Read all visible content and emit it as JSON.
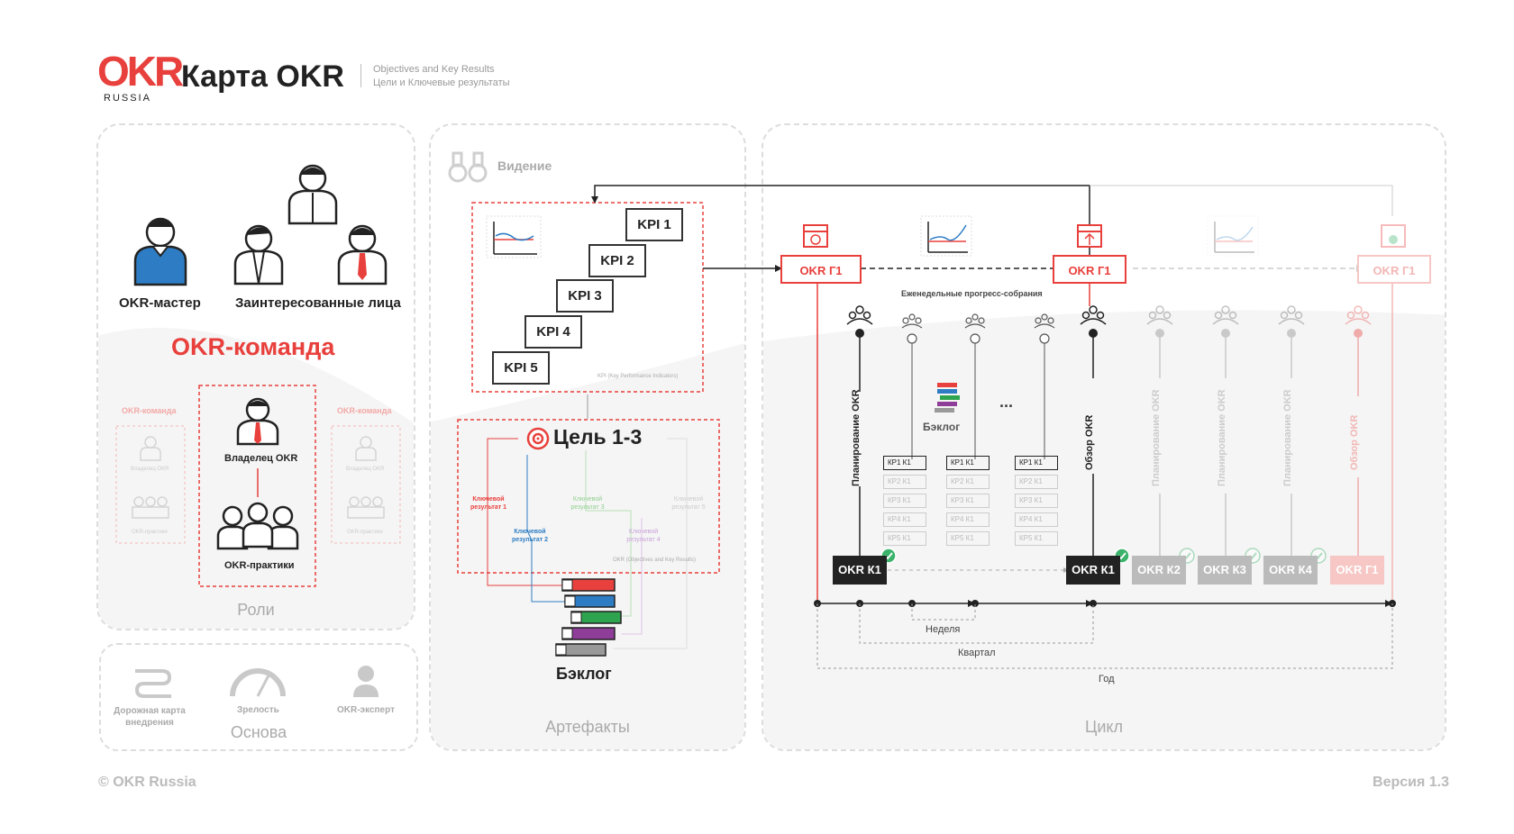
{
  "header": {
    "logo_mark": "OKR",
    "logo_text": "RUSSIA",
    "title": "Карта OKR",
    "subtitle_1": "Objectives and Key Results",
    "subtitle_2": "Цели и Ключевые результаты"
  },
  "roles": {
    "okr_master": "OKR-мастер",
    "stakeholders": "Заинтересованные лица",
    "okr_team_title": "OKR-команда",
    "team_side_label": "OKR-команда",
    "owner_small": "Владелец OKR",
    "practices_small": "OKR-практики",
    "owner": "Владелец OKR",
    "practices": "OKR-практики",
    "panel_label": "Роли"
  },
  "foundation": {
    "roadmap": "Дорожная карта внедрения",
    "maturity": "Зрелость",
    "expert": "OKR-эксперт",
    "panel_label": "Основа"
  },
  "artifacts": {
    "vision": "Видение",
    "kpis": [
      "KPI 1",
      "KPI 2",
      "KPI 3",
      "KPI 4",
      "KPI 5"
    ],
    "kpi_note": "KPI (Key Performance Indicators)",
    "goal": "Цель 1-3",
    "key_results": [
      {
        "label": "Ключевой результат 1",
        "color": "#e8403c"
      },
      {
        "label": "Ключевой результат 2",
        "color": "#2e7dc4"
      },
      {
        "label": "Ключевой результат 3",
        "color": "#8fcf8f"
      },
      {
        "label": "Ключевой результат 4",
        "color": "#c9a2d8"
      },
      {
        "label": "Ключевой результат 5",
        "color": "#cccccc"
      }
    ],
    "okr_note": "OKR (Objectives and Key Results)",
    "backlog": "Бэклог",
    "panel_label": "Артефакты"
  },
  "cycle": {
    "g1_a": "OKR Г1",
    "g1_b": "OKR Г1",
    "g1_c": "OKR Г1",
    "weekly": "Еженедельные прогресс-собрания",
    "planning": "Планирование OKR",
    "review": "Обзор OKR",
    "backlog": "Бэклог",
    "dots": "...",
    "kr_rows": [
      "КР1 К1",
      "КР2 К1",
      "КР3 К1",
      "КР4 К1",
      "КР5 К1"
    ],
    "q_boxes": [
      "OKR К1",
      "OKR К1",
      "OKR К2",
      "OKR К3",
      "OKR К4",
      "OKR Г1"
    ],
    "week": "Неделя",
    "quarter": "Квартал",
    "year": "Год",
    "panel_label": "Цикл"
  },
  "footer": {
    "copyright": "© OKR Russia",
    "version": "Версия 1.3"
  },
  "colors": {
    "accent": "#e8403c",
    "dark": "#222222",
    "grey": "#bbbbbb",
    "green": "#3bb36b"
  }
}
